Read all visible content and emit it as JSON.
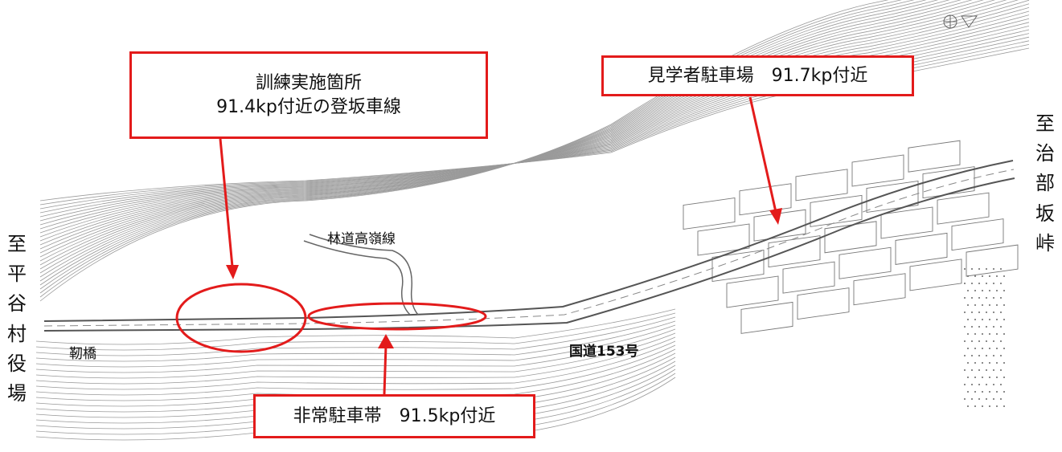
{
  "colors": {
    "accent": "#e31b1b",
    "road": "#555555",
    "contour": "#9a9a9a"
  },
  "callouts": {
    "training": {
      "line1": "訓練実施箇所",
      "line2": "91.4kp付近の登坂車線"
    },
    "spectator": {
      "text": "見学者駐車場　91.7kp付近"
    },
    "emergency": {
      "text": "非常駐車帯　91.5kp付近"
    }
  },
  "directions": {
    "left": [
      "至",
      "平",
      "谷",
      "村",
      "役",
      "場"
    ],
    "right": [
      "至",
      "治",
      "部",
      "坂",
      "峠"
    ]
  },
  "labels": {
    "forest_road": "林道高嶺線",
    "national_route": "国道153号",
    "bridge": "靭橋"
  },
  "icons": [
    "north-arrow-icon"
  ]
}
